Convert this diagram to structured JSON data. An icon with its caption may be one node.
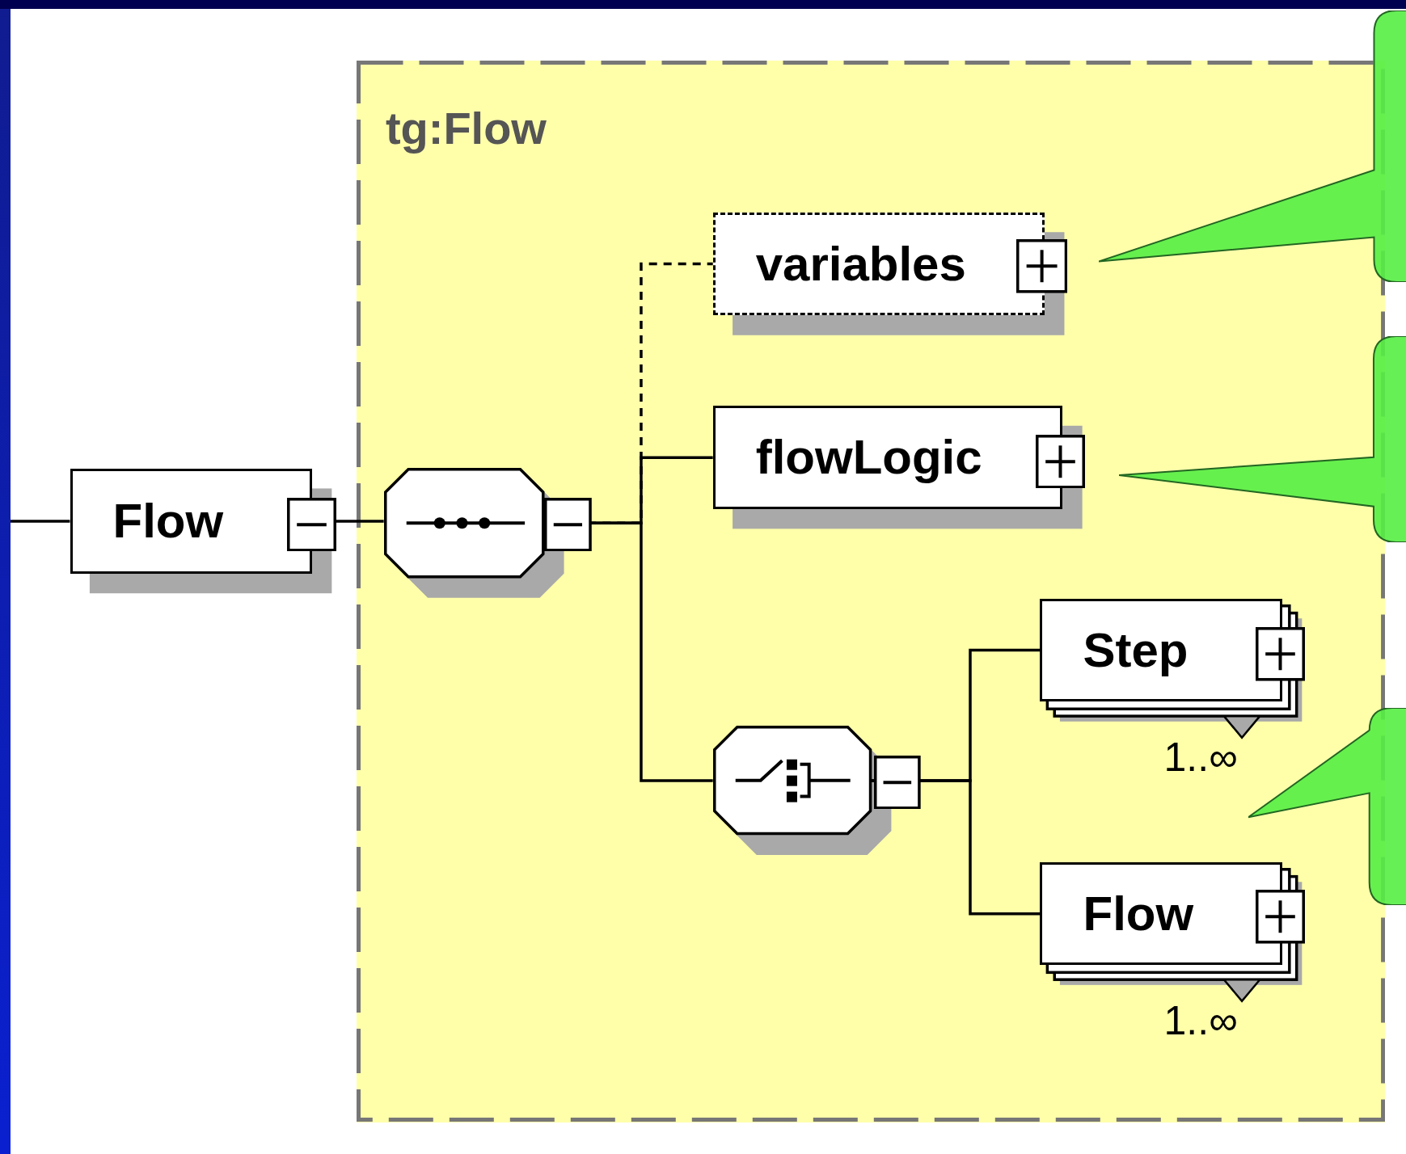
{
  "diagram": {
    "nodes": [
      {
        "text": [
          "Flow"
        ]
      },
      {
        "text": [
          "tg:Flow"
        ]
      },
      {
        "text": [],
        "shape": "octagon",
        "in": 1
      },
      {
        "text": [
          "variables"
        ],
        "in": 1
      },
      {
        "text": [
          "flowLogic"
        ],
        "in": 1
      },
      {
        "text": [],
        "shape": "octagon",
        "in": 1
      },
      {
        "text": [
          "Step"
        ],
        "in": 1
      },
      {
        "text": [
          "Flow"
        ],
        "in": 1
      },
      {
        "text": [],
        "shape": "callout"
      },
      {
        "text": [],
        "shape": "callout"
      },
      {
        "text": [],
        "shape": "callout"
      }
    ],
    "edges": [
      {
        "from": null,
        "to": 0,
        "arrow": "none"
      },
      {
        "from": 0,
        "to": 2,
        "arrow": "none"
      },
      {
        "from": 2,
        "to": 3,
        "arrow": "none",
        "style": "dashed"
      },
      {
        "from": 2,
        "to": 4,
        "arrow": "none"
      },
      {
        "from": 2,
        "to": 5,
        "arrow": "none"
      },
      {
        "from": 5,
        "to": 6,
        "arrow": "none"
      },
      {
        "from": 5,
        "to": 7,
        "arrow": "none"
      }
    ],
    "labels": [
      "1..∞",
      "1..∞"
    ]
  }
}
